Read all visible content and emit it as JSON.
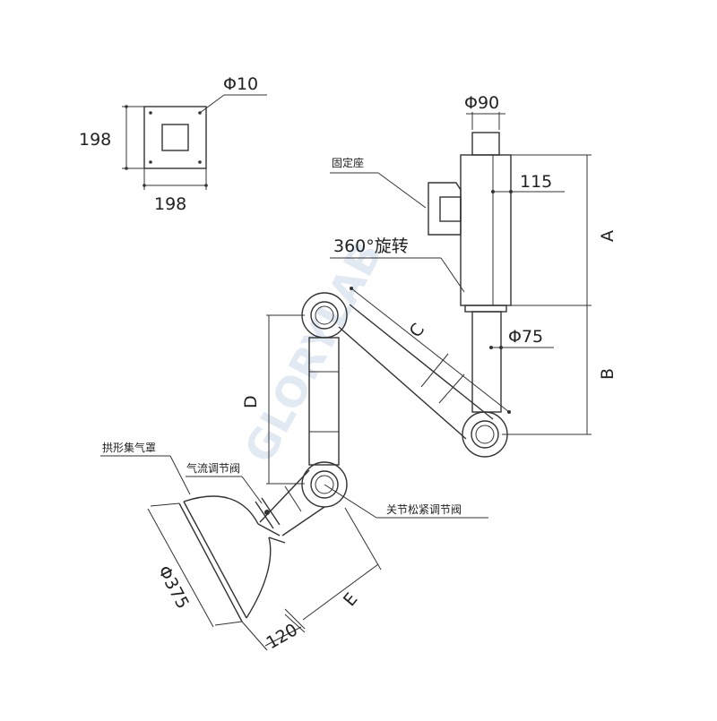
{
  "plate": {
    "hole_dim": "Φ10",
    "height_dim": "198",
    "width_dim": "198"
  },
  "top_pipe_dim": "Φ90",
  "fixed_seat_label": "固定座",
  "dim_115": "115",
  "rotation_label": "360°旋转",
  "dim_A": "A",
  "dim_B": "B",
  "dim_C": "C",
  "dim_D": "D",
  "dim_E": "E",
  "pipe_dim": "Φ75",
  "hood_label": "拱形集气罩",
  "airflow_valve_label": "气流调节阀",
  "joint_valve_label": "关节松紧调节阀",
  "hood_dim": "Φ375",
  "hood_depth_dim": "120",
  "watermark": "GLORYLAB"
}
